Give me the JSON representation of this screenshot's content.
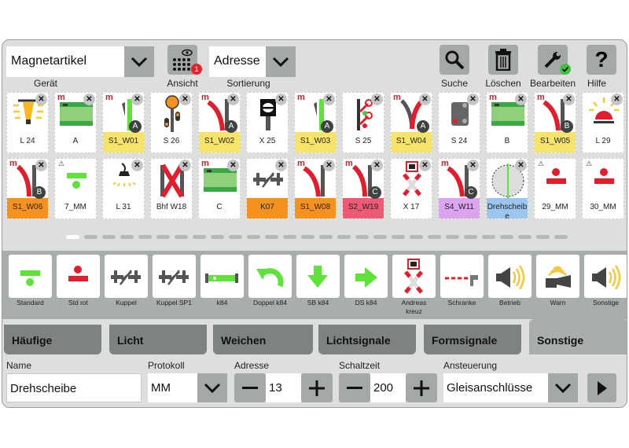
{
  "toolbar": {
    "device_value": "Magnetartikel",
    "device_label": "Gerät",
    "view_label": "Ansicht",
    "view_badge": "1",
    "sort_value": "Adresse",
    "sort_label": "Sortierung",
    "search_label": "Suche",
    "delete_label": "Löschen",
    "edit_label": "Bearbeiten",
    "help_label": "Hilfe"
  },
  "colors": {
    "yellow": "#f6e36a",
    "orange": "#f5921e",
    "pink": "#ee5a74",
    "violet": "#dca4ee",
    "blue": "#9cc6f0",
    "red": "#e41d2d",
    "green": "#5fe33a"
  },
  "rows": [
    [
      {
        "name": "L 24",
        "icon": "lamp-icon",
        "x": true
      },
      {
        "name": "A",
        "icon": "decoder-icon",
        "x": true,
        "m": true
      },
      {
        "name": "S1_W01",
        "icon": "turnout-green-icon",
        "x": true,
        "m": true,
        "color": "yellow",
        "badge": "A"
      },
      {
        "name": "S 26",
        "icon": "signal-icon",
        "x": true
      },
      {
        "name": "S1_W02",
        "icon": "turnout-red-icon",
        "x": true,
        "m": true,
        "color": "yellow",
        "badge": "A"
      },
      {
        "name": "X 25",
        "icon": "sign-icon",
        "x": true
      },
      {
        "name": "S1_W03",
        "icon": "turnout-green-icon",
        "x": true,
        "m": true,
        "color": "yellow",
        "badge": "A"
      },
      {
        "name": "S 25",
        "icon": "form-signal-icon",
        "x": true
      },
      {
        "name": "S1_W04",
        "icon": "turnout-y-icon",
        "x": true,
        "m": true,
        "color": "yellow",
        "badge": "A"
      },
      {
        "name": "S 24",
        "icon": "dwarf-signal-icon",
        "x": true
      },
      {
        "name": "B",
        "icon": "decoder-icon",
        "x": true,
        "m": true
      },
      {
        "name": "S1_W05",
        "icon": "turnout-red-icon",
        "x": true,
        "m": true,
        "color": "yellow",
        "badge": "B"
      },
      {
        "name": "L 29",
        "icon": "beacon-icon",
        "x": true
      }
    ],
    [
      {
        "name": "S1_W06",
        "icon": "turnout-left-icon",
        "x": true,
        "m": true,
        "color": "orange",
        "badge": "B"
      },
      {
        "name": "7_MM",
        "icon": "standard-green-icon",
        "warn": true
      },
      {
        "name": "L 31",
        "icon": "bulb-icon",
        "x": true
      },
      {
        "name": "Bhf W18",
        "icon": "crossing-icon",
        "x": true
      },
      {
        "name": "C",
        "icon": "decoder-icon",
        "x": true,
        "m": true
      },
      {
        "name": "K07",
        "icon": "coupler-icon",
        "x": true,
        "color": "orange"
      },
      {
        "name": "S1_W08",
        "icon": "turnout-red-icon",
        "x": true,
        "m": true,
        "color": "orange"
      },
      {
        "name": "S2_W19",
        "icon": "turnout-left-icon",
        "x": true,
        "m": true,
        "color": "pink",
        "badge": "C"
      },
      {
        "name": "X 17",
        "icon": "andreas-cross-icon",
        "x": true
      },
      {
        "name": "S4_W11",
        "icon": "turnout-red-icon",
        "x": true,
        "m": true,
        "color": "violet",
        "badge": "C"
      },
      {
        "name": "Drehscheibe",
        "icon": "turntable-icon",
        "x": true,
        "color": "blue"
      },
      {
        "name": "29_MM",
        "icon": "standard-red-icon",
        "warn": true
      },
      {
        "name": "30_MM",
        "icon": "standard-red-icon",
        "warn": true
      }
    ]
  ],
  "pagination": {
    "pages": 28,
    "current": 1
  },
  "palette": [
    {
      "label": "Standard",
      "icon": "standard-green-icon"
    },
    {
      "label": "Std rot",
      "icon": "standard-red-icon"
    },
    {
      "label": "Kuppel",
      "icon": "coupler-icon"
    },
    {
      "label": "Kuppel SP1",
      "icon": "coupler-icon"
    },
    {
      "label": "k84",
      "icon": "k84-icon"
    },
    {
      "label": "Doppel k84",
      "icon": "undo-arrow-icon"
    },
    {
      "label": "SB k84",
      "icon": "arrow-down-icon"
    },
    {
      "label": "DS k84",
      "icon": "arrow-right-icon"
    },
    {
      "label": "Andreas kreuz",
      "icon": "andreas-cross-icon"
    },
    {
      "label": "Schranke",
      "icon": "barrier-icon"
    },
    {
      "label": "Betrieb",
      "icon": "speaker-icon"
    },
    {
      "label": "Warn",
      "icon": "horn-icon"
    },
    {
      "label": "Sonstige",
      "icon": "speaker-icon"
    }
  ],
  "tabs": [
    {
      "label": "Häufige"
    },
    {
      "label": "Licht"
    },
    {
      "label": "Weichen"
    },
    {
      "label": "Lichtsignale"
    },
    {
      "label": "Formsignale"
    },
    {
      "label": "Sonstige",
      "active": true
    }
  ],
  "form": {
    "name_label": "Name",
    "name_value": "Drehscheibe",
    "protocol_label": "Protokoll",
    "protocol_value": "MM",
    "address_label": "Adresse",
    "address_value": "13",
    "switch_time_label": "Schaltzeit",
    "switch_time_value": "200",
    "control_label": "Ansteuerung",
    "control_value": "Gleisanschlüsse"
  }
}
